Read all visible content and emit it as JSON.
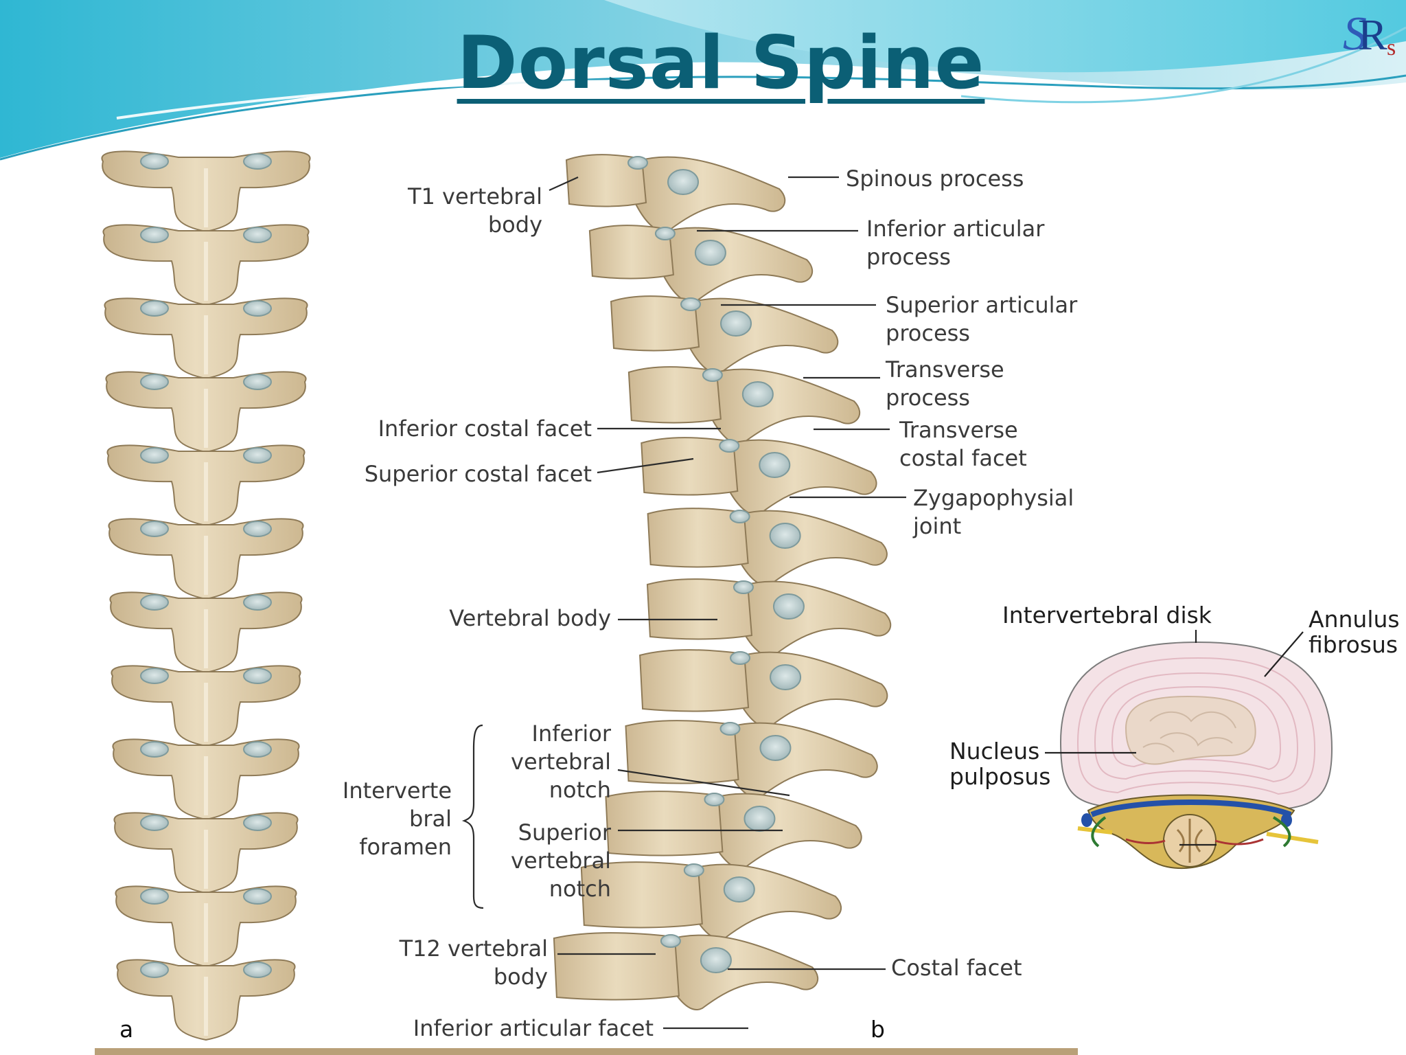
{
  "slide": {
    "title": "Dorsal Spine",
    "logo_letters": "SRs"
  },
  "figure": {
    "panel_a_letter": "a",
    "panel_b_letter": "b",
    "labels": {
      "spinous_process": "Spinous process",
      "t1_line1": "T1 vertebral",
      "t1_line2": "body",
      "inf_art_line1": "Inferior articular",
      "inf_art_line2": "process",
      "sup_art_line1": "Superior articular",
      "sup_art_line2": "process",
      "transverse_line1": "Transverse",
      "transverse_line2": "process",
      "inferior_costal_facet": "Inferior costal facet",
      "superior_costal_facet": "Superior costal facet",
      "tcf_line1": "Transverse",
      "tcf_line2": "costal facet",
      "zyg_line1": "Zygapophysial",
      "zyg_line2": "joint",
      "vertebral_body": "Vertebral body",
      "ivn_line1": "Inferior",
      "ivn_line2": "vertebral",
      "ivn_line3": "notch",
      "ivf_line1": "Interverte",
      "ivf_line2": "bral",
      "ivf_line3": "foramen",
      "svn_line1": "Superior",
      "svn_line2": "vertebral",
      "svn_line3": "notch",
      "t12_line1": "T12 vertebral",
      "t12_line2": "body",
      "costal_facet": "Costal facet",
      "inferior_articular_facet": "Inferior articular facet"
    }
  },
  "disk_figure": {
    "intervertebral_disk": "Intervertebral disk",
    "annulus_line1": "Annulus",
    "annulus_line2": "fibrosus",
    "nucleus_line1": "Nucleus",
    "nucleus_line2": "pulposus"
  },
  "colors": {
    "title": "#0b5f75",
    "banner": "#37bfd9",
    "bone": "#e3d3b4",
    "bone_shade": "#bfa77f",
    "cartilage": "#bfd0d2",
    "disk_ring": "#f4e3e6",
    "nucleus": "#ecdcce"
  }
}
